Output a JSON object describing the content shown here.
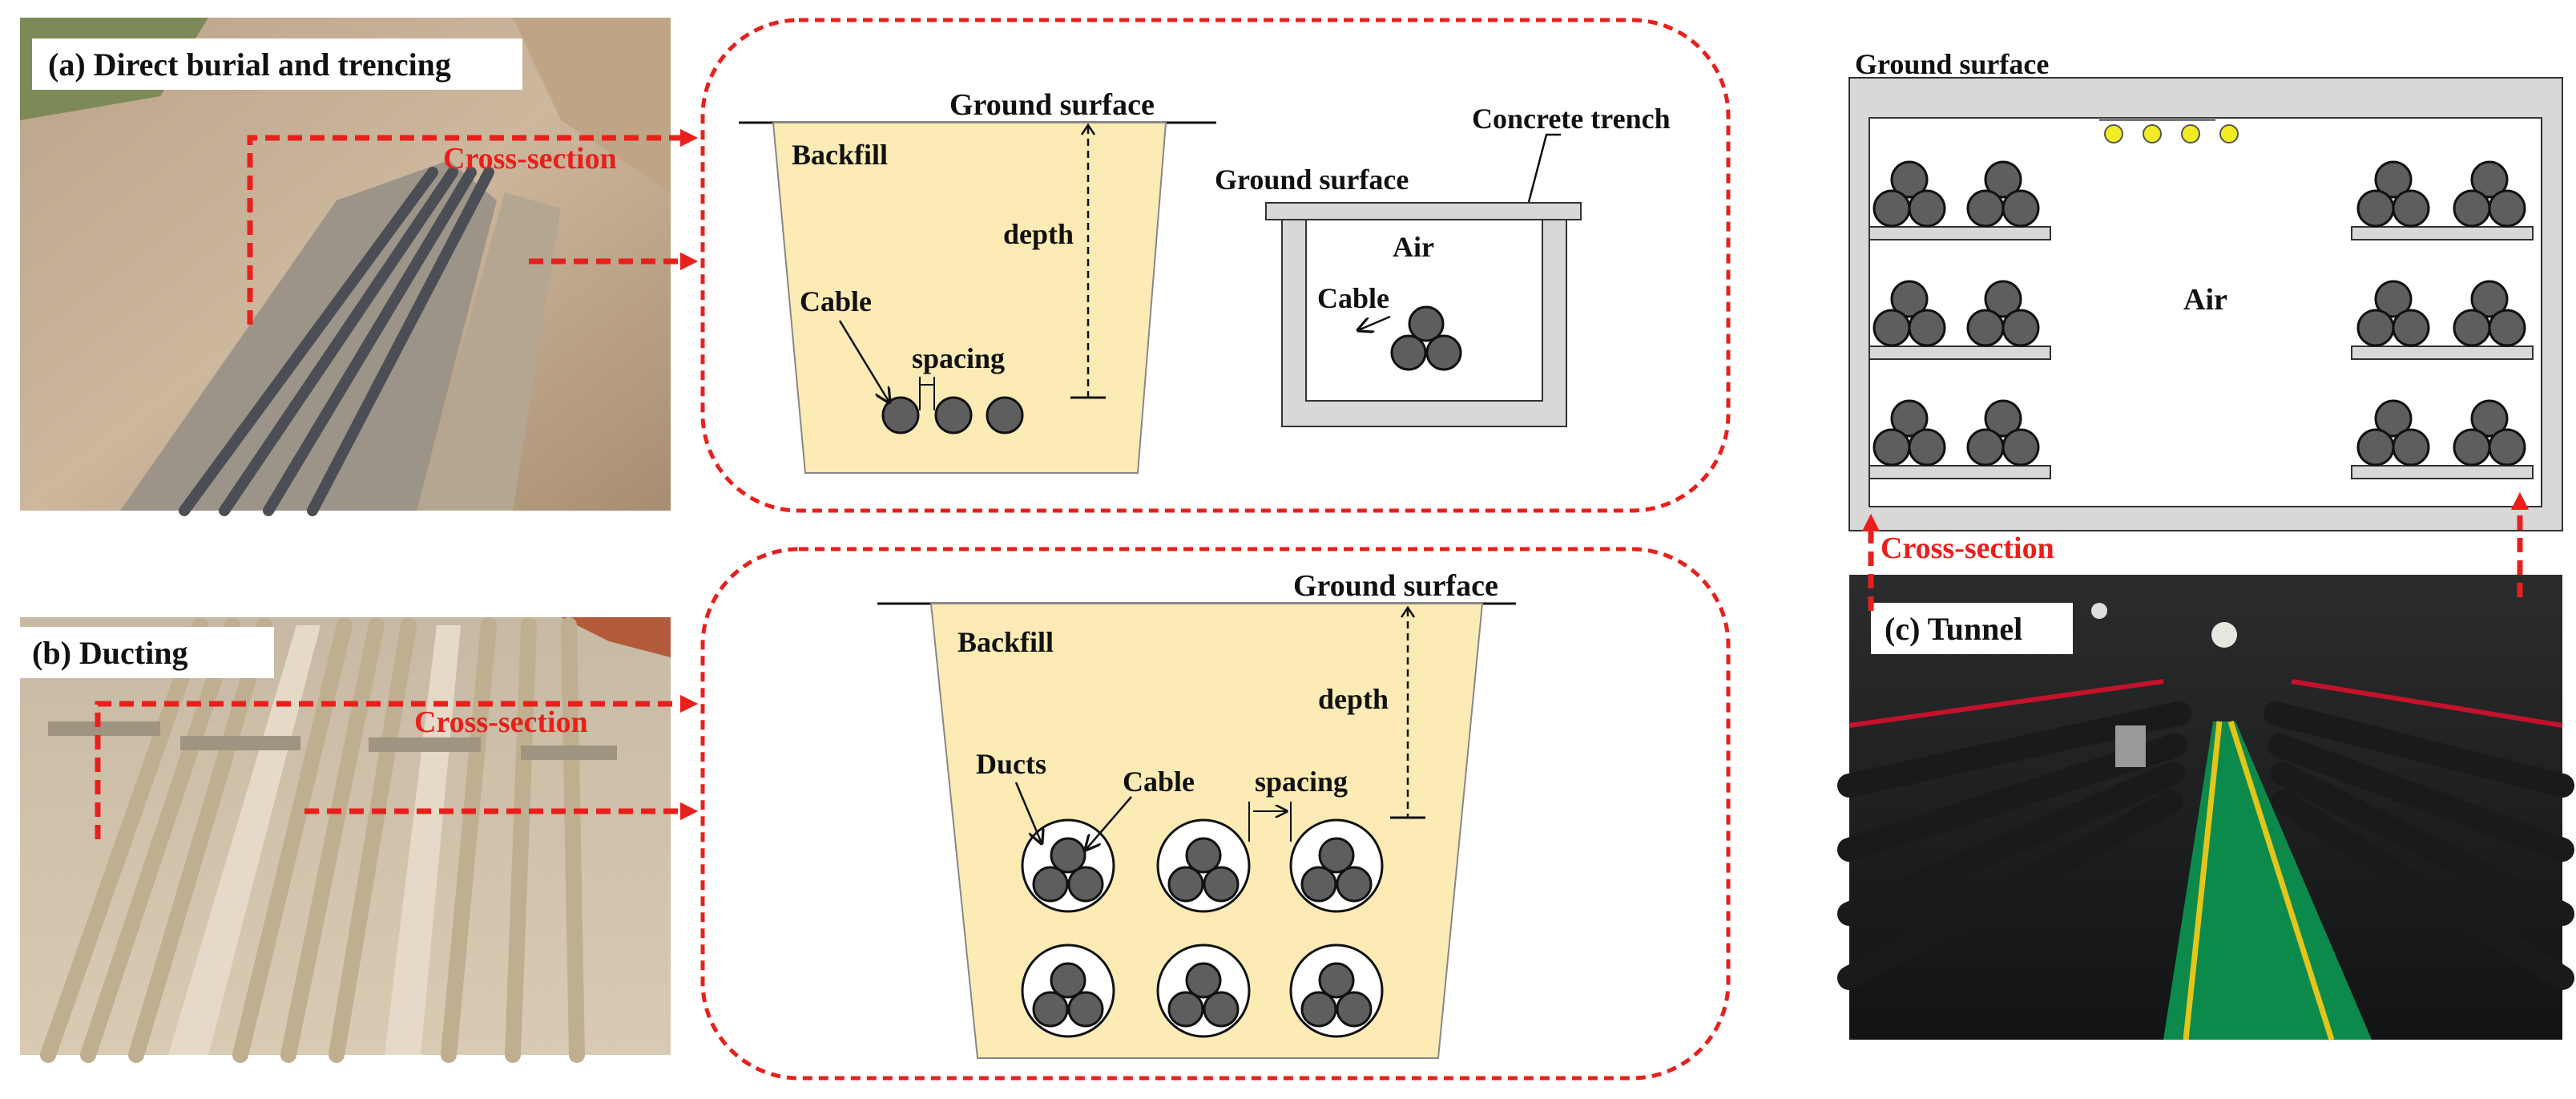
{
  "panel_a": {
    "photo_label": "(a) Direct burial and trencing",
    "cross_section_label": "Cross-section",
    "ground_surface_label": "Ground surface",
    "backfill_label": "Backfill",
    "depth_label": "depth",
    "cable_label": "Cable",
    "spacing_label": "spacing",
    "trench_ground_surface_label": "Ground surface",
    "concrete_trench_label": "Concrete trench",
    "trench_air_label": "Air",
    "trench_cable_label": "Cable"
  },
  "panel_b": {
    "photo_label": "(b) Ducting",
    "cross_section_label": "Cross-section",
    "ground_surface_label": "Ground surface",
    "backfill_label": "Backfill",
    "depth_label": "depth",
    "ducts_label": "Ducts",
    "cable_label": "Cable",
    "spacing_label": "spacing"
  },
  "panel_c": {
    "ground_surface_label": "Ground surface",
    "air_label": "Air",
    "cross_section_label": "Cross-section",
    "photo_label": "(c) Tunnel"
  },
  "colors": {
    "backfill": "#fcebb4",
    "cable": "#5e5e5e",
    "concrete": "#d8d8d8",
    "arrow_red": "#e8201c",
    "light": "#f2ec25"
  }
}
